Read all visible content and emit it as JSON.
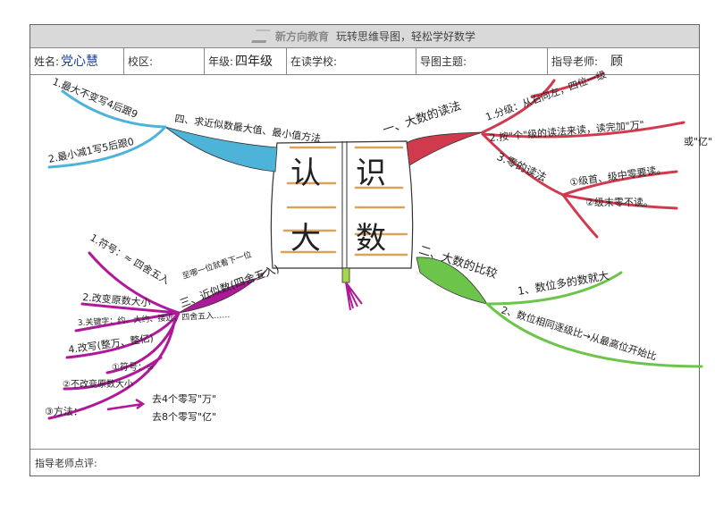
{
  "header": {
    "brand": "新方向教育",
    "slogan": "玩转思维导图，轻松学好数学",
    "fields": {
      "name_label": "姓名:",
      "name_value": "党心慧",
      "campus_label": "校区:",
      "grade_label": "年级:",
      "grade_value": "四年级",
      "school_label": "在读学校:",
      "topic_label": "导图主题:",
      "teacher_label": "指导老师:",
      "teacher_value": "顾"
    }
  },
  "center": {
    "left_top": "认",
    "left_bottom": "大",
    "right_top": "识",
    "right_bottom": "数"
  },
  "branch_reading": {
    "title": "一、大数的读法",
    "items": [
      "1.分级：从右向左，四位一级",
      "2.按\"个\"级的读法来读，读完加\"万\"",
      "或\"亿\"",
      "3.零的读法",
      "①级首、级中零要读。",
      "②级末零不读。"
    ]
  },
  "branch_compare": {
    "title": "二、大数的比较",
    "items": [
      "1、数位多的数就大",
      "2、数位相同逐级比→从最高位开始比"
    ]
  },
  "branch_approx": {
    "title": "三、近似数(四舍五入)",
    "note": "至哪一位就看下一位",
    "items": [
      "1.符号：≈ 四舍五入",
      "2.改变原数大小",
      "3.关键字：约、大约、接近、四舍五入……",
      "4.改写(整万、整亿)",
      "①符号：=",
      "②不改变原数大小",
      "③方法：",
      "去4个零写\"万\"",
      "去8个零写\"亿\""
    ]
  },
  "branch_minmax": {
    "title": "四、求近似数最大值、最小值方法",
    "items": [
      "1.最大不变写4后跟9",
      "2.最小减1写5后跟0"
    ]
  },
  "footer": {
    "comment_label": "指导老师点评:"
  },
  "colors": {
    "reading": "#d03a4e",
    "compare": "#6cc44a",
    "approx": "#b0189a",
    "minmax": "#4db3d8",
    "book_lines": "#d9a35a"
  }
}
